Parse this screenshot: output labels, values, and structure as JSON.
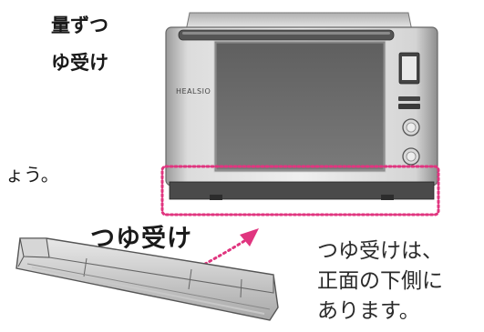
{
  "top_text": {
    "line1": "量ずつ",
    "line2": "ゆ受け",
    "line3": "ょう。"
  },
  "oven": {
    "brand": "HEALSIO"
  },
  "callout": {
    "label": "つゆ受け"
  },
  "note": {
    "lines": [
      "つゆ受けは、",
      "正面の下側に",
      "あります。"
    ]
  },
  "colors": {
    "highlight": "#e0357f",
    "oven_body": "#c8c8c8",
    "oven_window": "#6b6b6b"
  }
}
